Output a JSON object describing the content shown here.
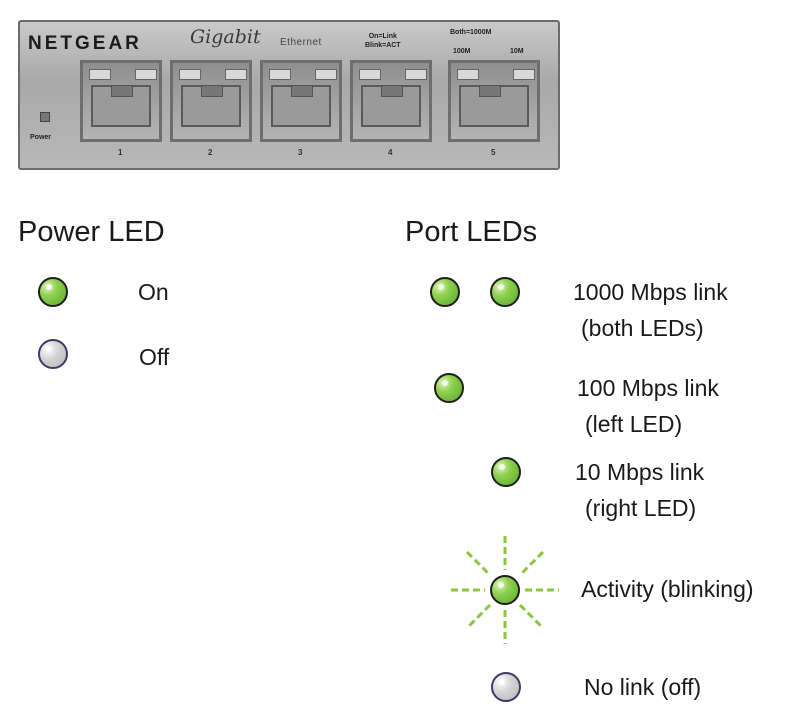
{
  "switch": {
    "brand": "NETGEAR",
    "series": "Gigabit",
    "series_sub": "Ethernet",
    "legend_a_1": "On=Link",
    "legend_a_2": "Blink=ACT",
    "legend_b": "Both=1000M",
    "label_100": "100M",
    "label_10": "10M",
    "power_label": "Power",
    "ports": [
      "1",
      "2",
      "3",
      "4",
      "5"
    ]
  },
  "power_section": {
    "heading": "Power LED",
    "items": [
      {
        "state": "on",
        "label": "On"
      },
      {
        "state": "off",
        "label": "Off"
      }
    ]
  },
  "port_section": {
    "heading": "Port LEDs",
    "items": [
      {
        "line1": "1000 Mbps link",
        "line2": "(both LEDs)"
      },
      {
        "line1": "100 Mbps link",
        "line2": "(left LED)"
      },
      {
        "line1": "10 Mbps link",
        "line2": "(right LED)"
      },
      {
        "line1": "Activity (blinking)"
      },
      {
        "line1": "No link (off)"
      }
    ]
  },
  "colors": {
    "led_on": "#8fd14f",
    "led_off": "#d5d5d5",
    "activity_rays": "#8cc63f"
  }
}
